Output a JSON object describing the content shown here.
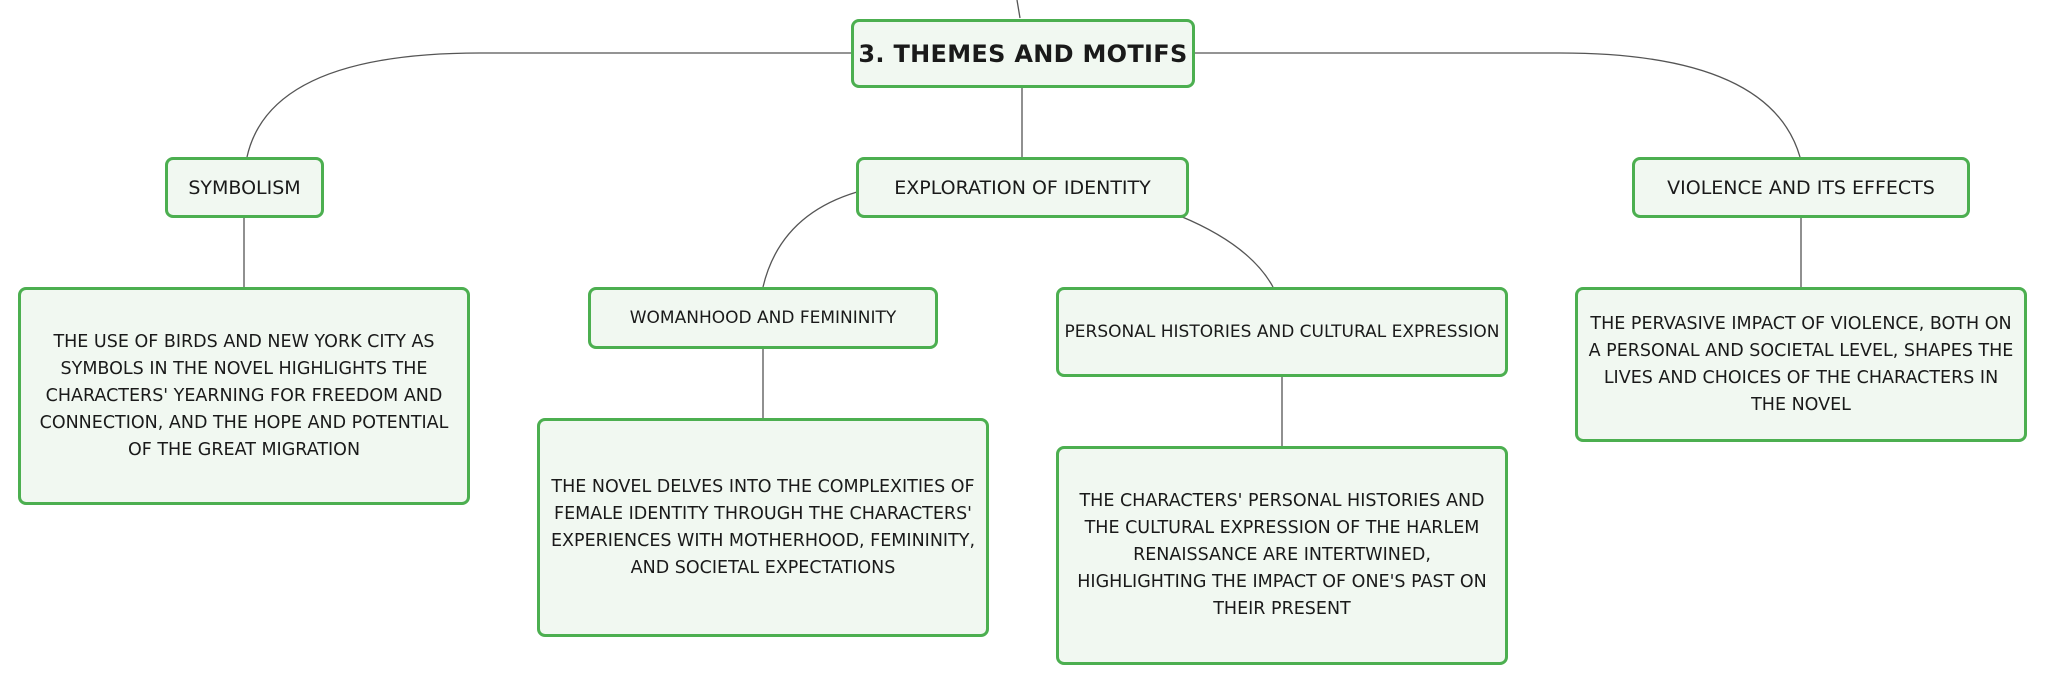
{
  "root": {
    "label": "3. Themes and Motifs"
  },
  "branches": [
    {
      "label": "Symbolism",
      "details": "The use of birds and New York City as symbols in the novel highlights the characters' yearning for freedom and connection, and the hope and potential of the Great Migration"
    },
    {
      "label": "Exploration of Identity",
      "children": [
        {
          "label": "Womanhood and Femininity",
          "details": "The novel delves into the complexities of female identity through the characters' experiences with motherhood, femininity, and societal expectations"
        },
        {
          "label": "Personal Histories and Cultural Expression",
          "details": "The characters' personal histories and the cultural expression of the Harlem Renaissance are intertwined, highlighting the impact of one's past on their present"
        }
      ]
    },
    {
      "label": "Violence and Its Effects",
      "details": "The pervasive impact of violence, both on a personal and societal level, shapes the lives and choices of the characters in the novel"
    }
  ]
}
